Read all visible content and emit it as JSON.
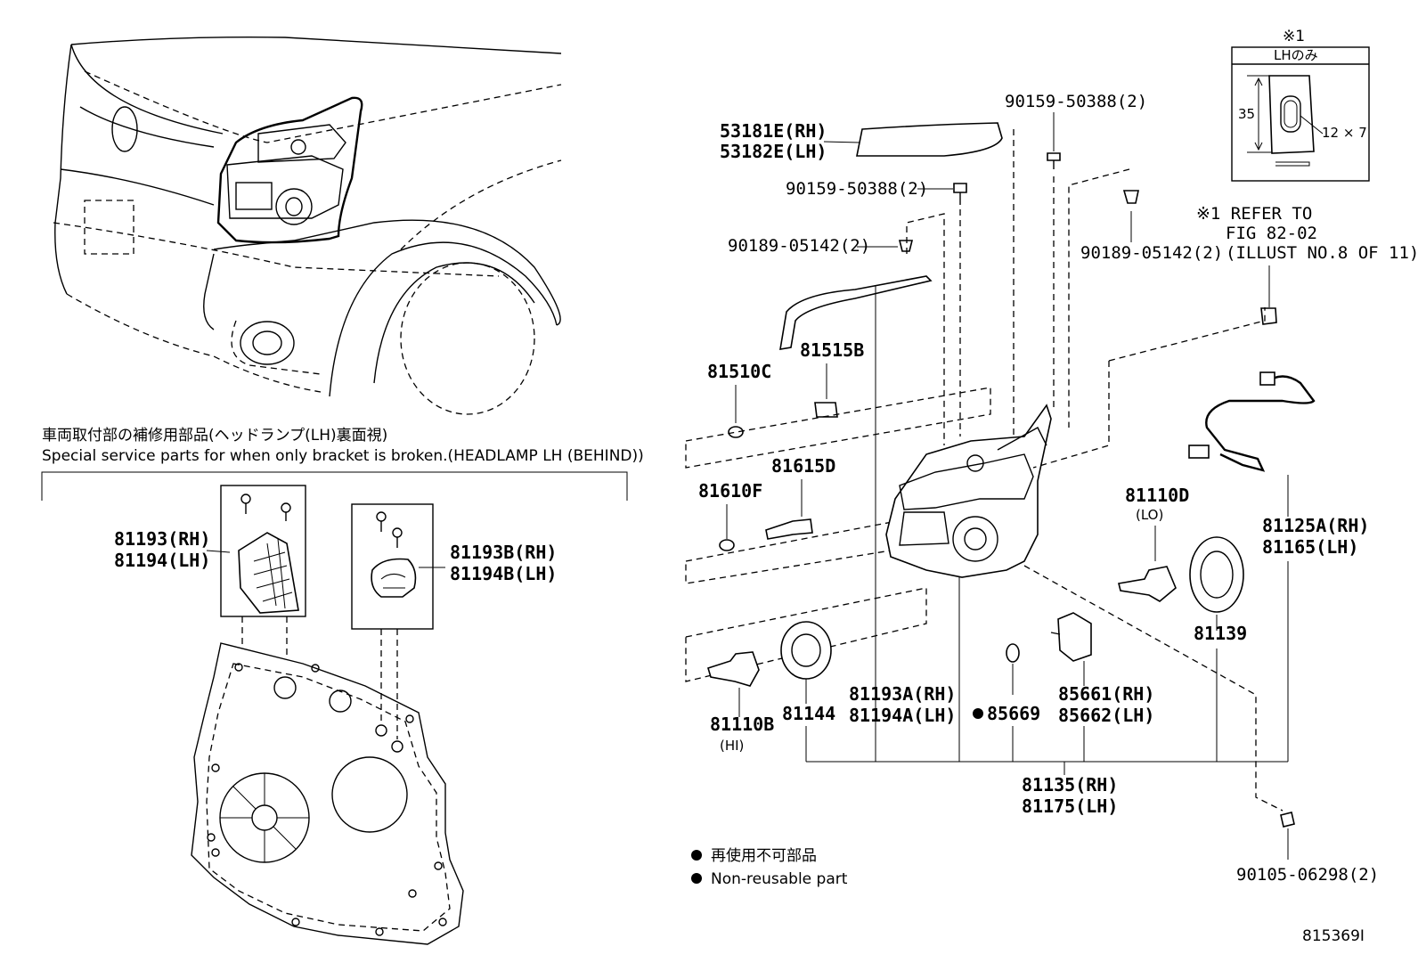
{
  "note_ref": "※1",
  "inset": {
    "title": "LHのみ",
    "dim_height": "35",
    "dim_slot": "12 × 7"
  },
  "refer": {
    "line1": "※1 REFER TO",
    "line2": "FIG 82-02",
    "line3": "(ILLUST NO.8 OF 11)"
  },
  "special": {
    "jp": "車両取付部の補修用部品(ヘッドランプ(LH)裏面視)",
    "en": "Special service parts for when only bracket is broken.(HEADLAMP LH (BEHIND))"
  },
  "parts": {
    "p53181E": "53181E(RH)",
    "p53182E": "53182E(LH)",
    "p90159_top": "90159-50388(2)",
    "p90159_mid": "90159-50388(2)",
    "p90189_left": "90189-05142(2)",
    "p90189_right": "90189-05142(2)",
    "p81515B": "81515B",
    "p81510C": "81510C",
    "p81615D": "81615D",
    "p81610F": "81610F",
    "p81110D": "81110D",
    "p81110D_sub": "(LO)",
    "p81125A": "81125A(RH)",
    "p81165": "81165(LH)",
    "p81139": "81139",
    "p81110B": "81110B",
    "p81110B_sub": "(HI)",
    "p81144": "81144",
    "p81193A": "81193A(RH)",
    "p81194A": "81194A(LH)",
    "p85669": "85669",
    "p85661": "85661(RH)",
    "p85662": "85662(LH)",
    "p81135": "81135(RH)",
    "p81175": "81175(LH)",
    "p90105": "90105-06298(2)",
    "p81193": "81193(RH)",
    "p81194": "81194(LH)",
    "p81193B": "81193B(RH)",
    "p81194B": "81194B(LH)"
  },
  "legend": {
    "jp": "再使用不可部品",
    "en": "Non-reusable part"
  },
  "figure_id": "815369I"
}
